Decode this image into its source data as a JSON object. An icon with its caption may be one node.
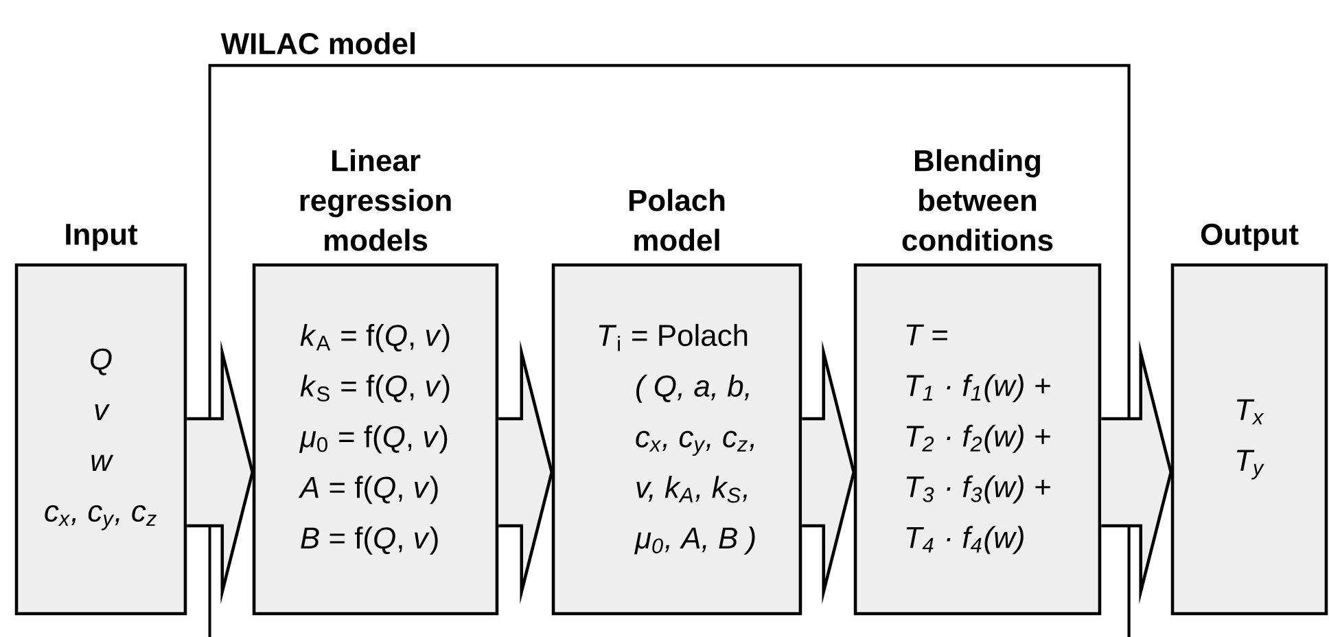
{
  "diagram": {
    "nodes": [
      {
        "text": [
          "WILAC model"
        ]
      },
      {
        "text": [
          "Input",
          "Q",
          "v",
          "w",
          "c$_{x}$, c$_{y}$, c$_{z}$"
        ]
      },
      {
        "text": [
          "Linear regression models",
          "*k*$_{A}$ = f(*Q*, *v*)",
          "*k*$_{S}$ = f(*Q*, *v*)",
          "*μ*$_{0}$ = f(*Q*, *v*)",
          "*A* = f(*Q*, *v*)",
          "*B* = f(*Q*, *v*)"
        ],
        "in": 0
      },
      {
        "text": [
          "Polach model",
          "*T*$_{i}$ = Polach",
          "( Q, a, b,",
          "c$_{x}$, c$_{y}$, c$_{z}$,",
          "v, k$_{A}$, k$_{S}$,",
          "μ$_{0}$, A, B )"
        ],
        "in": 0
      },
      {
        "text": [
          "Blending between conditions",
          "T =",
          "T$_{1}$ · f$_{1}$(w) +",
          "T$_{2}$ · f$_{2}$(w) +",
          "T$_{3}$ · f$_{3}$(w) +",
          "T$_{4}$ · f$_{4}$(w)"
        ],
        "in": 0
      },
      {
        "text": [
          "Output",
          "T$_{x}$",
          "T$_{y}$"
        ]
      }
    ],
    "edges": [
      {
        "from": 1,
        "to": 2,
        "arrow": "to"
      },
      {
        "from": 2,
        "to": 3,
        "arrow": "to"
      },
      {
        "from": 3,
        "to": 4,
        "arrow": "to"
      },
      {
        "from": 4,
        "to": 5,
        "arrow": "to"
      }
    ]
  }
}
